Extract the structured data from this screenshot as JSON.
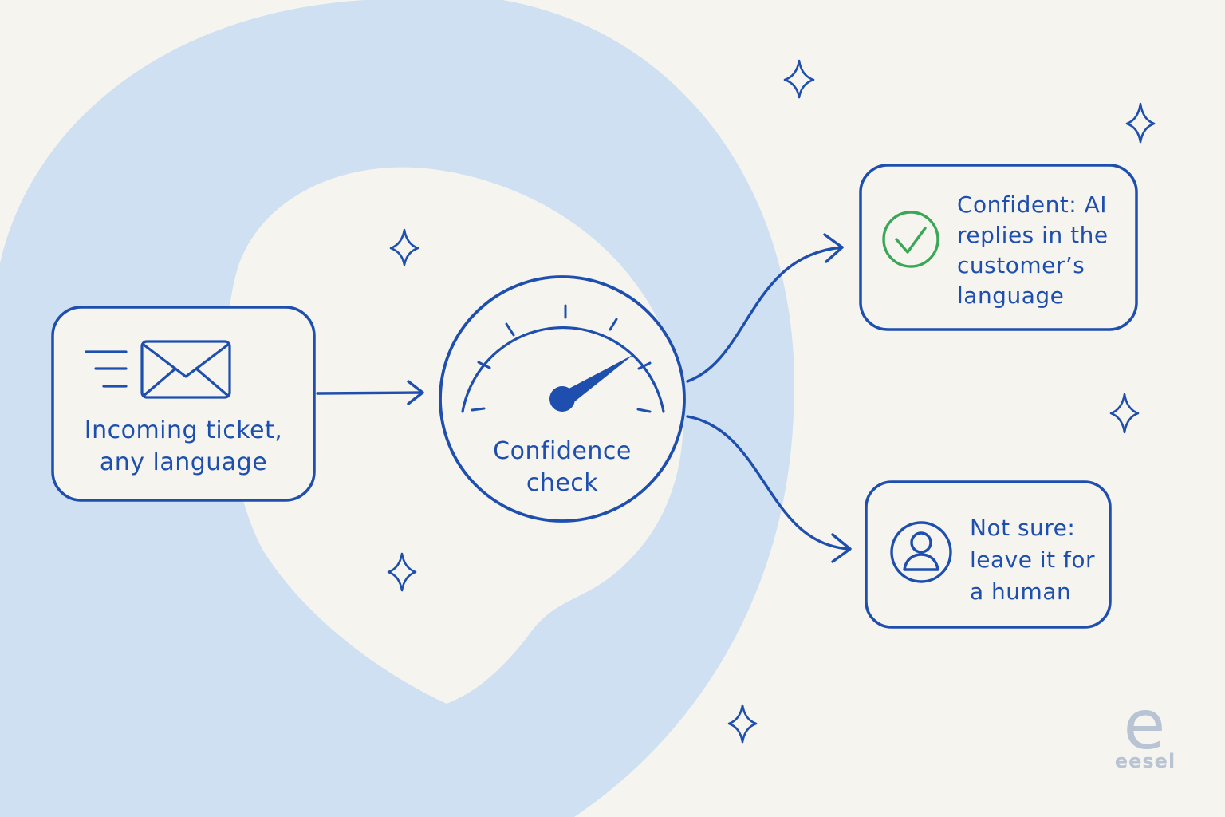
{
  "nodes": {
    "incoming": {
      "lines": [
        "Incoming ticket,",
        "any language"
      ],
      "icon": "envelope-icon"
    },
    "confidence": {
      "lines": [
        "Confidence",
        "check"
      ],
      "icon": "gauge-icon"
    },
    "confident": {
      "lines": [
        "Confident: AI",
        "replies in the",
        "customer’s",
        "language"
      ],
      "icon": "checkmark-icon"
    },
    "not_sure": {
      "lines": [
        "Not sure:",
        "leave it for",
        "a human"
      ],
      "icon": "person-icon"
    }
  },
  "edges": [
    {
      "from": "incoming",
      "to": "confidence"
    },
    {
      "from": "confidence",
      "to": "confident"
    },
    {
      "from": "confidence",
      "to": "not_sure"
    }
  ],
  "brand": {
    "name": "eesel",
    "logo_letter": "e"
  },
  "colors": {
    "ink": "#1e4fae",
    "check": "#3aa757",
    "blob": "#cfe0f3",
    "background": "#f6f4ef",
    "brand_gray": "#b8c4d4"
  }
}
